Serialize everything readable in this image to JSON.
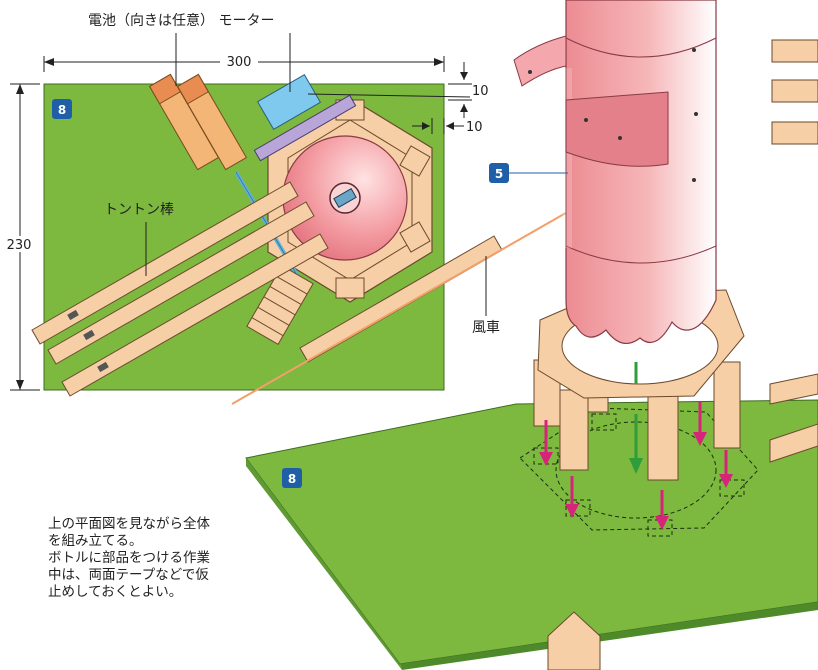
{
  "labels": {
    "battery_motor": "電池（向きは任意） モーター",
    "tonton_rods": "トントン棒",
    "windmill": "風車"
  },
  "dimensions": {
    "width": "300",
    "height": "230",
    "offset_top": "10",
    "offset_right": "10"
  },
  "badges": {
    "base_plan": "8",
    "base_3d": "8",
    "bottle": "5"
  },
  "instructions": [
    "上の平面図を見ながら全体",
    "を組み立てる。",
    "ボトルに部品をつける作業",
    "中は、両面テープなどで仮",
    "止めしておくとよい。"
  ],
  "colors": {
    "board": "#7db83f",
    "wood": "#f7cfa6",
    "bottle": "#f29a9a",
    "badge": "#1f5fa8",
    "arrow_magenta": "#d6247a",
    "arrow_green": "#2f9e3a"
  }
}
